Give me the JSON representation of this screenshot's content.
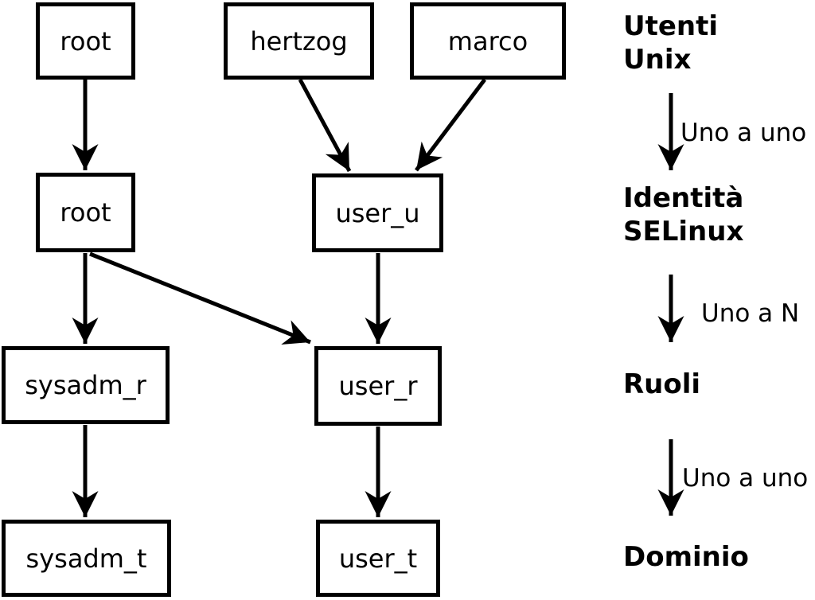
{
  "colors": {
    "foreground": "#000000",
    "background": "#ffffff"
  },
  "diagram": {
    "nodes": {
      "unix_root": {
        "label": "root"
      },
      "unix_hertzog": {
        "label": "hertzog"
      },
      "unix_marco": {
        "label": "marco"
      },
      "selinux_root": {
        "label": "root"
      },
      "selinux_user_u": {
        "label": "user_u"
      },
      "role_sysadm_r": {
        "label": "sysadm_r"
      },
      "role_user_r": {
        "label": "user_r"
      },
      "domain_sysadm_t": {
        "label": "sysadm_t"
      },
      "domain_user_t": {
        "label": "user_t"
      }
    },
    "edges": [
      {
        "from": "unix_root",
        "to": "selinux_root"
      },
      {
        "from": "unix_hertzog",
        "to": "selinux_user_u"
      },
      {
        "from": "unix_marco",
        "to": "selinux_user_u"
      },
      {
        "from": "selinux_root",
        "to": "role_sysadm_r"
      },
      {
        "from": "selinux_root",
        "to": "role_user_r"
      },
      {
        "from": "selinux_user_u",
        "to": "role_user_r"
      },
      {
        "from": "role_sysadm_r",
        "to": "domain_sysadm_t"
      },
      {
        "from": "role_user_r",
        "to": "domain_user_t"
      }
    ]
  },
  "legend": {
    "levels": [
      {
        "id": "utenti-unix",
        "label": "Utenti\nUnix"
      },
      {
        "id": "identita-selinux",
        "label": "Identità\nSELinux"
      },
      {
        "id": "ruoli",
        "label": "Ruoli"
      },
      {
        "id": "dominio",
        "label": "Dominio"
      }
    ],
    "relations": [
      {
        "from": "utenti-unix",
        "to": "identita-selinux",
        "label": "Uno a uno"
      },
      {
        "from": "identita-selinux",
        "to": "ruoli",
        "label": "Uno a N"
      },
      {
        "from": "ruoli",
        "to": "dominio",
        "label": "Uno a uno"
      }
    ]
  }
}
